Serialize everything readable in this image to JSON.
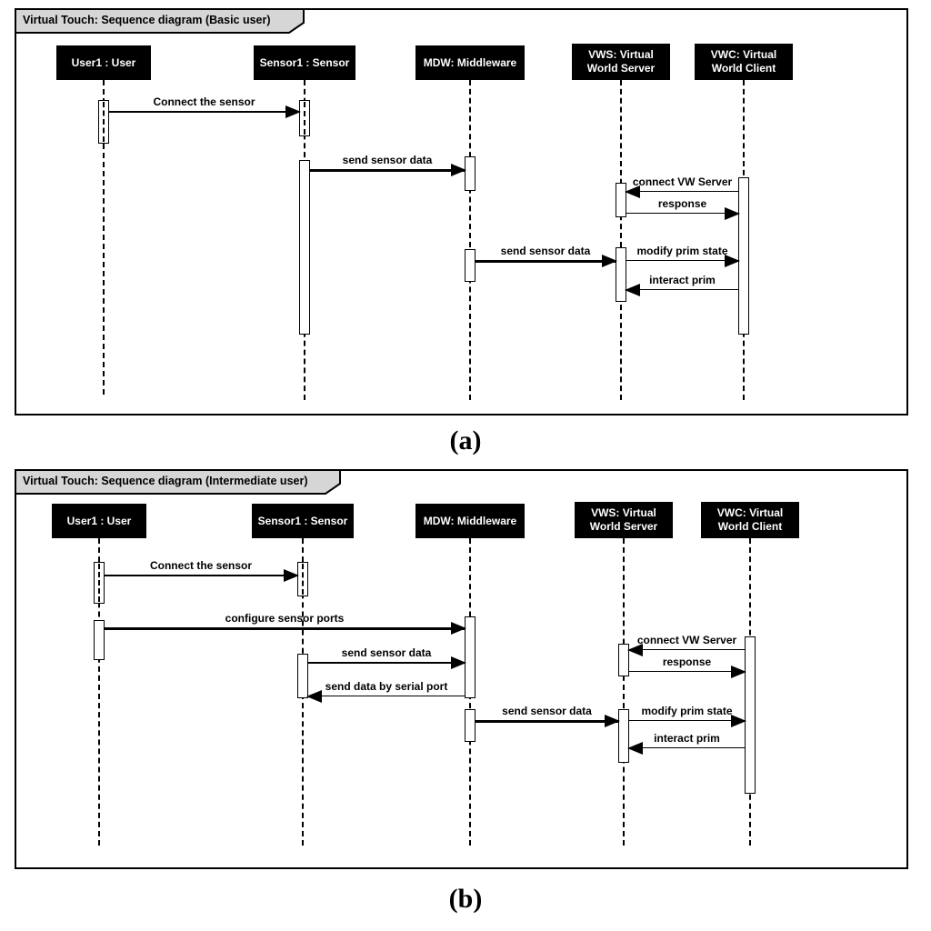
{
  "figure": {
    "colors": {
      "background": "#ffffff",
      "frame_line": "#000000",
      "header_bg": "#000000",
      "header_text": "#ffffff",
      "tab_bg": "#d6d6d6",
      "text": "#000000"
    },
    "panels": [
      {
        "id": "a",
        "title": "Virtual Touch: Sequence diagram (Basic user)",
        "caption": "(a)",
        "lifelines": [
          {
            "label": "User1 : User"
          },
          {
            "label": "Sensor1 : Sensor"
          },
          {
            "label": "MDW: Middleware"
          },
          {
            "label": "VWS: Virtual World Server"
          },
          {
            "label": "VWC: Virtual World Client"
          }
        ],
        "messages": [
          {
            "label": "Connect the sensor",
            "from": "User1 : User",
            "to": "Sensor1 : Sensor"
          },
          {
            "label": "send sensor data",
            "from": "Sensor1 : Sensor",
            "to": "MDW: Middleware"
          },
          {
            "label": "connect VW Server",
            "from": "VWC: Virtual World Client",
            "to": "VWS: Virtual World Server"
          },
          {
            "label": "response",
            "from": "VWS: Virtual World Server",
            "to": "VWC: Virtual World Client"
          },
          {
            "label": "send sensor data",
            "from": "MDW: Middleware",
            "to": "VWS: Virtual World Server"
          },
          {
            "label": "modify prim state",
            "from": "VWS: Virtual World Server",
            "to": "VWC: Virtual World Client"
          },
          {
            "label": "interact prim",
            "from": "VWC: Virtual World Client",
            "to": "VWS: Virtual World Server"
          }
        ]
      },
      {
        "id": "b",
        "title": "Virtual Touch: Sequence diagram (Intermediate user)",
        "caption": "(b)",
        "lifelines": [
          {
            "label": "User1 : User"
          },
          {
            "label": "Sensor1 : Sensor"
          },
          {
            "label": "MDW: Middleware"
          },
          {
            "label": "VWS: Virtual World Server"
          },
          {
            "label": "VWC: Virtual World Client"
          }
        ],
        "messages": [
          {
            "label": "Connect the sensor",
            "from": "User1 : User",
            "to": "Sensor1 : Sensor"
          },
          {
            "label": "configure sensor ports",
            "from": "User1 : User",
            "to": "MDW: Middleware"
          },
          {
            "label": "send sensor data",
            "from": "Sensor1 : Sensor",
            "to": "MDW: Middleware"
          },
          {
            "label": "send data by serial port",
            "from": "MDW: Middleware",
            "to": "Sensor1 : Sensor"
          },
          {
            "label": "connect VW Server",
            "from": "VWC: Virtual World Client",
            "to": "VWS: Virtual World Server"
          },
          {
            "label": "response",
            "from": "VWS: Virtual World Server",
            "to": "VWC: Virtual World Client"
          },
          {
            "label": "send sensor data",
            "from": "MDW: Middleware",
            "to": "VWS: Virtual World Server"
          },
          {
            "label": "modify prim state",
            "from": "VWS: Virtual World Server",
            "to": "VWC: Virtual World Client"
          },
          {
            "label": "interact prim",
            "from": "VWC: Virtual World Client",
            "to": "VWS: Virtual World Server"
          }
        ]
      }
    ]
  }
}
